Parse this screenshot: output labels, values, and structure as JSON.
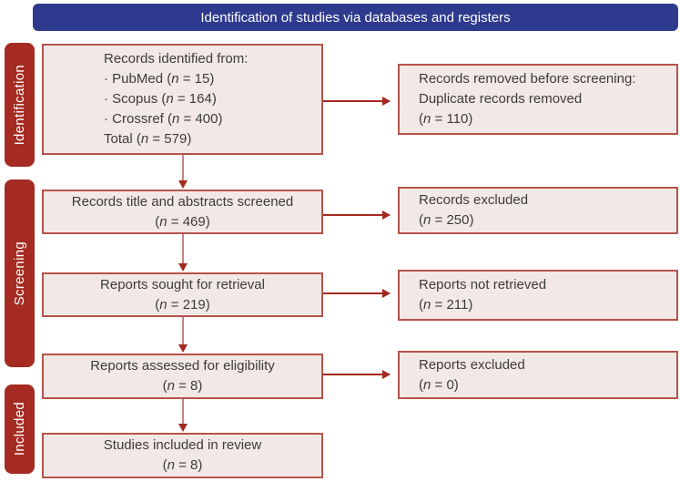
{
  "title": "Identification of studies via databases and registers",
  "stages": {
    "identification": "Identification",
    "screening": "Screening",
    "included": "Included"
  },
  "flow": {
    "records_identified": {
      "lines": [
        "Records identified from:",
        "· PubMed (n = 15)",
        "· Scopus (n = 164)",
        "· Crossref (n = 400)",
        "Total (n = 579)"
      ]
    },
    "records_removed": {
      "lines": [
        "Records removed before screening:",
        "Duplicate records removed",
        "(n = 110)"
      ]
    },
    "records_screened": {
      "lines": [
        "Records title and abstracts screened",
        "(n = 469)"
      ]
    },
    "records_excluded": {
      "lines": [
        "Records excluded",
        "(n = 250)"
      ]
    },
    "reports_sought": {
      "lines": [
        "Reports sought for retrieval",
        "(n = 219)"
      ]
    },
    "reports_not_retrieved": {
      "lines": [
        "Reports not retrieved",
        "(n = 211)"
      ]
    },
    "reports_assessed": {
      "lines": [
        "Reports assessed for eligibility",
        "(n = 8)"
      ]
    },
    "reports_excluded": {
      "lines": [
        "Reports excluded",
        "(n = 0)"
      ]
    },
    "studies_included": {
      "lines": [
        "Studies included in review",
        "(n = 8)"
      ]
    }
  },
  "counts": {
    "pubmed": 15,
    "scopus": 164,
    "crossref": 400,
    "total_identified": 579,
    "duplicates_removed": 110,
    "screened": 469,
    "records_excluded": 250,
    "sought_for_retrieval": 219,
    "not_retrieved": 211,
    "assessed_for_eligibility": 8,
    "reports_excluded": 0,
    "included_in_review": 8
  },
  "colors": {
    "header_bg": "#2e3a8d",
    "stage_bg": "#a52b22",
    "box_bg": "#f2e9e6",
    "box_border": "#b5534b",
    "arrow": "#a32a20",
    "arrow_light": "#c6847e",
    "text": "#3c3c3c"
  }
}
